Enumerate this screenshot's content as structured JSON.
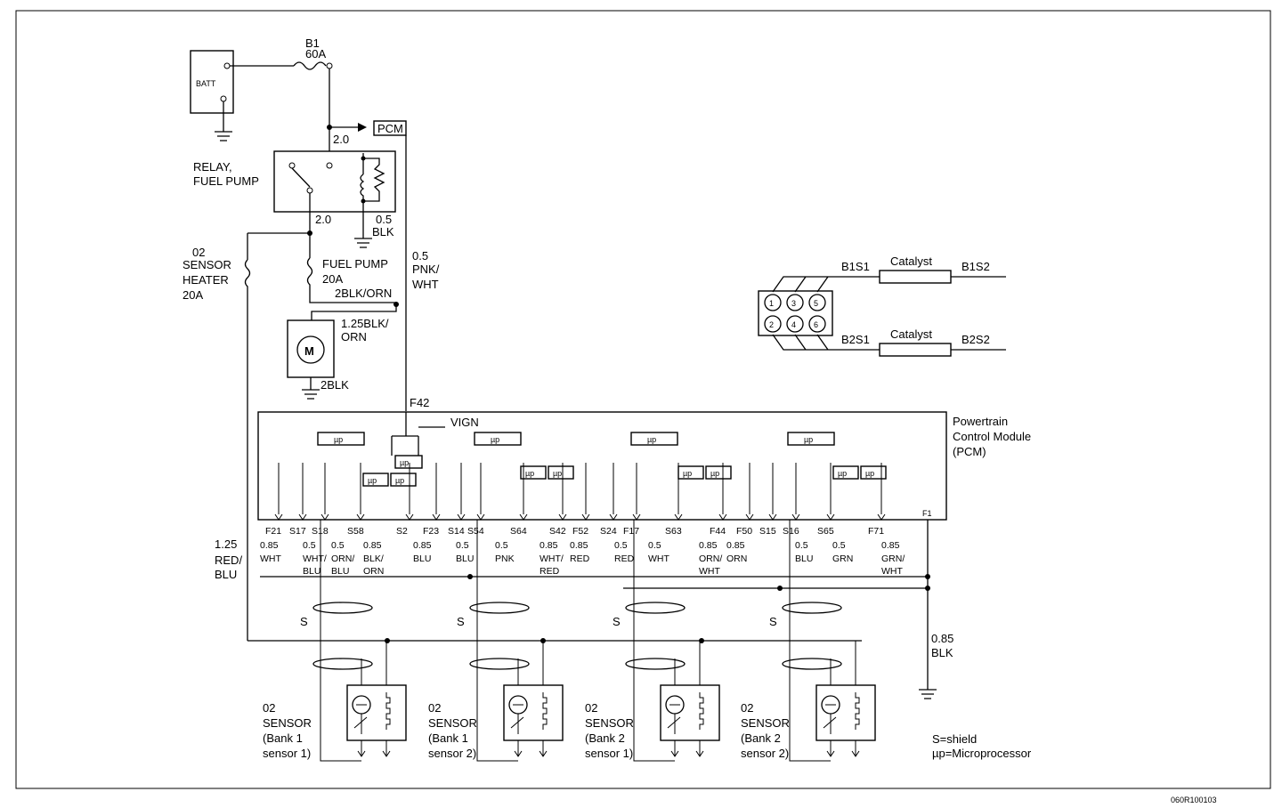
{
  "battery": {
    "label": "BATT"
  },
  "fuse_b1": {
    "name": "B1",
    "rating": "60A"
  },
  "pcm_tag": "PCM",
  "relay": {
    "line1": "RELAY,",
    "line2": "FUEL PUMP",
    "wire_in": "2.0",
    "wire_out": "2.0",
    "coil_ground_size": "0.5",
    "coil_ground_color": "BLK"
  },
  "sensor_heater_fuse": {
    "line1": "02",
    "line2": "SENSOR",
    "line3": "HEATER",
    "line4": "20A"
  },
  "fuel_pump_fuse": {
    "line1": "FUEL PUMP",
    "line2": "20A",
    "wire": "2BLK/ORN"
  },
  "relay_control_wire": {
    "size": "0.5",
    "color1": "PNK/",
    "color2": "WHT"
  },
  "pump_motor": {
    "symbol": "M",
    "wire1": "1.25BLK/",
    "wire2": "ORN",
    "ground": "2BLK"
  },
  "engine_layout": {
    "cylinders": [
      "1",
      "3",
      "5",
      "2",
      "4",
      "6"
    ],
    "bank1": {
      "upstream": "B1S1",
      "catalyst": "Catalyst",
      "downstream": "B1S2"
    },
    "bank2": {
      "upstream": "B2S1",
      "catalyst": "Catalyst",
      "downstream": "B2S2"
    }
  },
  "pcm_module": {
    "title1": "Powertrain",
    "title2": "Control Module",
    "title3": "(PCM)",
    "f42": "F42",
    "vign": "VIGN",
    "mp": "µp",
    "ground_pin": "F1"
  },
  "pins": [
    "F21",
    "S17",
    "S18",
    "S58",
    "S2",
    "F23",
    "S14",
    "S54",
    "S64",
    "S42",
    "F52",
    "S24",
    "F17",
    "S63",
    "F44",
    "F50",
    "S15",
    "S16",
    "S65",
    "F71"
  ],
  "wire_labels": [
    {
      "s": "0.85",
      "c1": "WHT",
      "c2": ""
    },
    {
      "s": "0.5",
      "c1": "WHT/",
      "c2": "BLU"
    },
    {
      "s": "0.5",
      "c1": "ORN/",
      "c2": "BLU"
    },
    {
      "s": "0.85",
      "c1": "BLK/",
      "c2": "ORN"
    },
    {
      "s": "0.85",
      "c1": "BLU",
      "c2": ""
    },
    {
      "s": "0.5",
      "c1": "BLU",
      "c2": ""
    },
    {
      "s": "0.5",
      "c1": "PNK",
      "c2": ""
    },
    {
      "s": "0.85",
      "c1": "WHT/",
      "c2": "RED"
    },
    {
      "s": "0.85",
      "c1": "RED",
      "c2": ""
    },
    {
      "s": "0.5",
      "c1": "RED",
      "c2": ""
    },
    {
      "s": "0.5",
      "c1": "WHT",
      "c2": ""
    },
    {
      "s": "0.85",
      "c1": "ORN/",
      "c2": "WHT"
    },
    {
      "s": "0.85",
      "c1": "ORN",
      "c2": ""
    },
    {
      "s": "0.5",
      "c1": "BLU",
      "c2": ""
    },
    {
      "s": "0.5",
      "c1": "GRN",
      "c2": ""
    },
    {
      "s": "0.85",
      "c1": "GRN/",
      "c2": "WHT"
    }
  ],
  "heater_feed": {
    "size": "1.25",
    "c1": "RED/",
    "c2": "BLU"
  },
  "ground_wire": {
    "size": "0.85",
    "color": "BLK"
  },
  "shield": "S",
  "sensors": [
    {
      "l1": "02",
      "l2": "SENSOR",
      "l3": "(Bank 1",
      "l4": "sensor 1)"
    },
    {
      "l1": "02",
      "l2": "SENSOR",
      "l3": "(Bank 1",
      "l4": "sensor 2)"
    },
    {
      "l1": "02",
      "l2": "SENSOR",
      "l3": "(Bank 2",
      "l4": "sensor 1)"
    },
    {
      "l1": "02",
      "l2": "SENSOR",
      "l3": "(Bank 2",
      "l4": "sensor 2)"
    }
  ],
  "legend": {
    "shield": "S=shield",
    "micro": "µp=Microprocessor"
  },
  "figure_id": "060R100103"
}
